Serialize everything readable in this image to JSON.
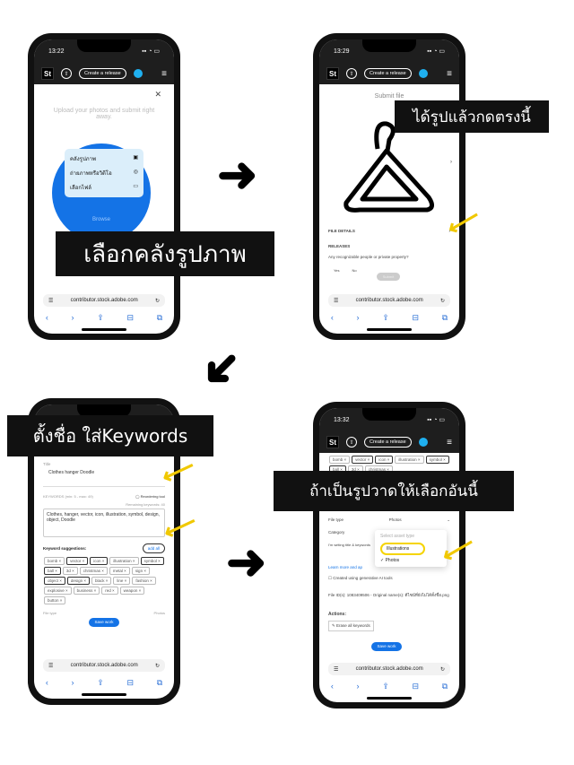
{
  "captions": {
    "step1": "เลือกคลังรูปภาพ",
    "step2": "ได้รูปแล้วกดตรงนี้",
    "step3": "ตั้งชื่อ ใส่Keywords",
    "step4": "ถ้าเป็นรูปวาดให้เลือกอันนี้"
  },
  "common": {
    "logo": "St",
    "create_release": "Create a release",
    "url": "contributor.stock.adobe.com"
  },
  "phone1": {
    "time": "13:22",
    "heading": "Upload your photos and submit right away.",
    "menu": [
      "คลังรูปภาพ",
      "ถ่ายภาพหรือวิดีโอ",
      "เลือกไฟล์"
    ],
    "browse": "Browse"
  },
  "phone2": {
    "time": "13:29",
    "title": "Submit file",
    "file_details": "FILE DETAILS",
    "releases": "RELEASES",
    "question": "Any recognizable people or private property?",
    "yes": "Yes",
    "no": "No",
    "submit": "Submit"
  },
  "phone3": {
    "title_label": "Title",
    "title_value": "Clothes hanger Doodle",
    "keywords_label": "KEYWORDS (min: 5 - max: 49)",
    "reorder": "Reordering tool",
    "remaining": "Remaining keywords: 40",
    "keywords": "Clothes, hanger, vector, icon, illustration, symbol, design, object, Doodle",
    "suggestions_label": "Keyword suggestions:",
    "add_all": "add all",
    "chips": [
      "bomb",
      "vector",
      "icon",
      "illustration",
      "symbol",
      "ball",
      "3d",
      "christmas",
      "metal",
      "sign",
      "object",
      "design",
      "black",
      "line",
      "fashion",
      "explosive",
      "business",
      "red",
      "weapon",
      "button"
    ],
    "file_type": "File type",
    "file_type_value": "Photos",
    "save": "Save work"
  },
  "phone4": {
    "time": "13:32",
    "file_type": "File type",
    "file_type_value": "Photos",
    "category": "Category",
    "writing": "I'm writing title & keywords",
    "learn": "Learn more and ap",
    "gen_ai": "Created using generative AI tools",
    "dropdown_title": "Select asset type",
    "options": [
      "Illustrations",
      "Photos"
    ],
    "file_id": "File ID(s): 1083409506 - Original name(s): ดีไซน์ที่ยังไม่ได้ตั้งชื่อ.png",
    "actions": "Actions:",
    "erase": "Erase all keywords",
    "save": "Save work"
  }
}
